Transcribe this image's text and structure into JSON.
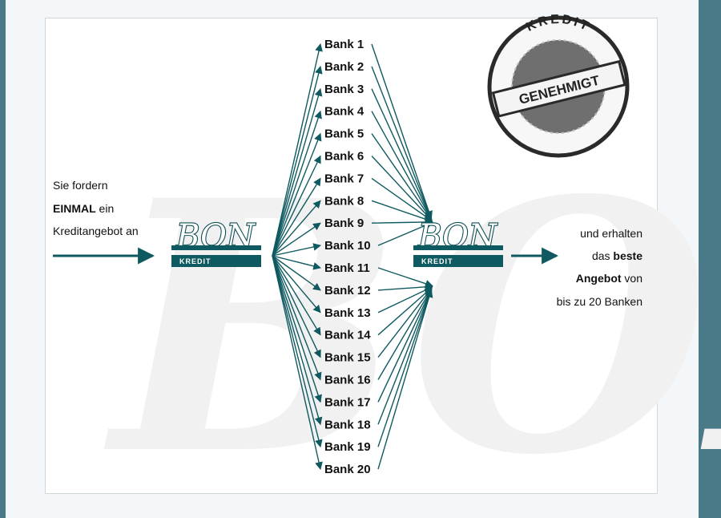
{
  "left_text": {
    "line1": "Sie fordern",
    "line2_bold": "EINMAL",
    "line2_rest": " ein",
    "line3": "Kreditangebot an"
  },
  "logo": {
    "main": "BON",
    "sub": "KREDIT"
  },
  "banks": [
    "Bank 1",
    "Bank 2",
    "Bank 3",
    "Bank 4",
    "Bank 5",
    "Bank 6",
    "Bank 7",
    "Bank 8",
    "Bank 9",
    "Bank 10",
    "Bank 11",
    "Bank 12",
    "Bank 13",
    "Bank 14",
    "Bank 15",
    "Bank 16",
    "Bank 17",
    "Bank 18",
    "Bank 19",
    "Bank 20"
  ],
  "right_text": {
    "line1": "und erhalten",
    "line2_plain": "das ",
    "line2_bold": "beste",
    "line3_bold": "Angebot",
    "line3_rest": " von",
    "line4": "bis zu 20 Banken"
  },
  "stamp": {
    "top": "KREDIT",
    "band": "GENEHMIGT"
  },
  "watermark": "BON",
  "colors": {
    "accent": "#0f5a60",
    "frame": "#4a7a88"
  }
}
